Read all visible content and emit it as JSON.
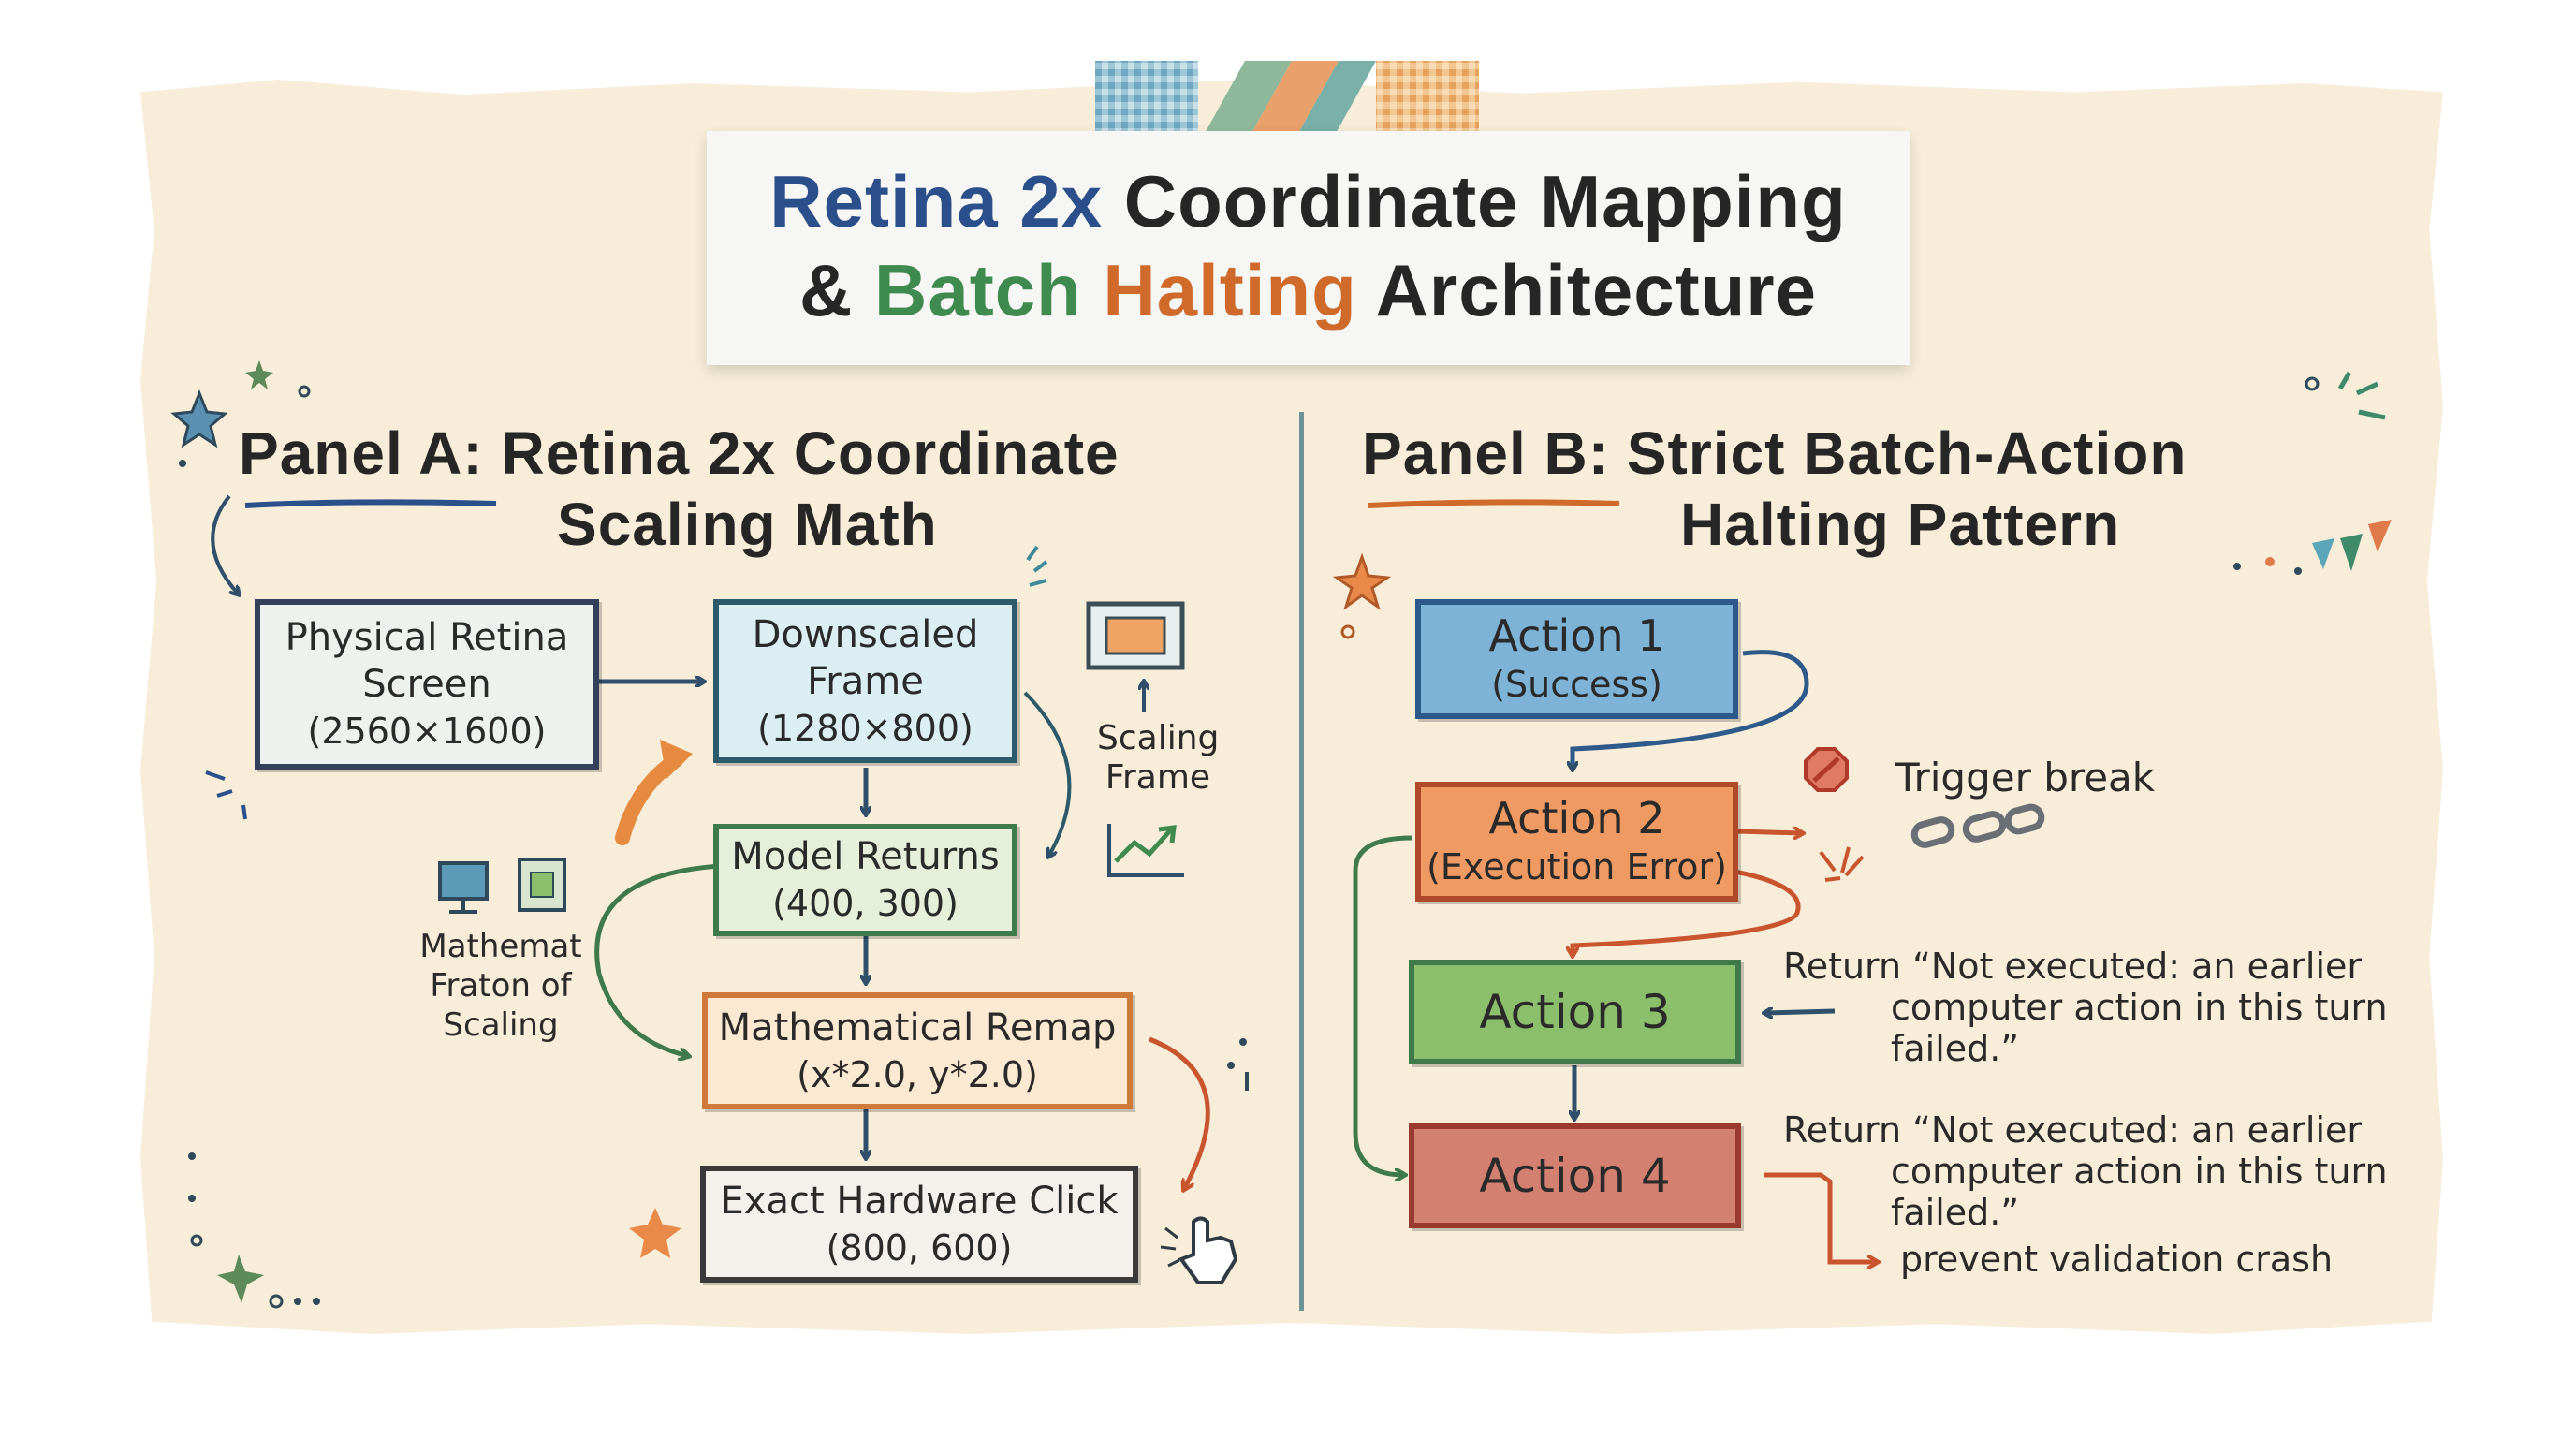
{
  "title": {
    "word_retina": "Retina 2x",
    "rest_line1": "Coordinate Mapping",
    "amp": "&",
    "word_batch": "Batch",
    "word_halting": "Halting",
    "word_architecture": "Architecture"
  },
  "panel_a": {
    "label": "Panel A",
    "heading_line1": ": Retina 2x Coordinate",
    "heading_line2": "Scaling Math",
    "physical": {
      "line1": "Physical Retina",
      "line2": "Screen",
      "line3": "(2560×1600)"
    },
    "downscaled": {
      "line1": "Downscaled",
      "line2": "Frame",
      "line3": "(1280×800)"
    },
    "model": {
      "line1": "Model Returns",
      "line2": "(400, 300)"
    },
    "remap": {
      "line1": "Mathematical Remap",
      "line2": "(x*2.0, y*2.0)"
    },
    "click": {
      "line1": "Exact Hardware Click",
      "line2": "(800, 600)"
    },
    "scaling_frame": {
      "line1": "Scaling",
      "line2": "Frame"
    },
    "side_note": {
      "line1": "Mathemat",
      "line2": "Fraton of",
      "line3": "Scaling"
    }
  },
  "panel_b": {
    "label": "Panel B",
    "heading_line1": ": Strict Batch-Action",
    "heading_line2": "Halting Pattern",
    "action1": {
      "line1": "Action 1",
      "line2": "(Success)"
    },
    "action2": {
      "line1": "Action 2",
      "line2": "(Execution Error)"
    },
    "action3": {
      "line1": "Action 3"
    },
    "action4": {
      "line1": "Action 4"
    },
    "trigger_break": "Trigger break",
    "return_a": {
      "line1": "Return “Not executed: an earlier",
      "line2": "computer action in this turn",
      "line3": "failed.”"
    },
    "return_b": {
      "line1": "Return “Not executed: an earlier",
      "line2": "computer action in this turn",
      "line3": "failed.”",
      "line4": "prevent validation crash"
    }
  },
  "colors": {
    "paper": "#f7edd9",
    "blue": "#2b4f8a",
    "green": "#3f8a4f",
    "orange": "#cf6a2b",
    "action1_fill": "#7db3d6",
    "action2_fill": "#ef9a62",
    "action3_fill": "#8cbf6c",
    "action4_fill": "#d48070"
  }
}
